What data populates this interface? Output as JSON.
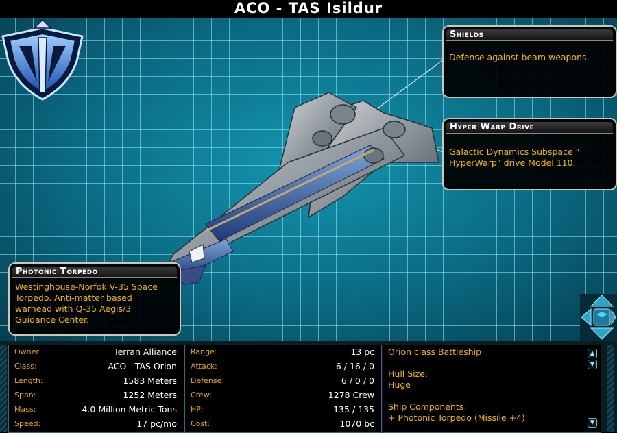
{
  "title": "ACO - TAS Isildur",
  "callouts": {
    "shields": {
      "title": "Shields",
      "lines": [
        "Defense against beam weapons."
      ]
    },
    "hyper_warp": {
      "title": "Hyper Warp Drive",
      "lines": [
        "Galactic Dynamics Subspace \"",
        "HyperWarp\" drive Model 110."
      ]
    },
    "torpedo": {
      "title": "Photonic Torpedo",
      "lines": [
        "Westinghouse-Norfok V-35 Space",
        "Torpedo. Anti-matter based",
        "warhead with Q-35 Aegis/3",
        "Guidance Center."
      ]
    }
  },
  "stats_left": [
    {
      "label": "Owner:",
      "value": "Terran Alliance"
    },
    {
      "label": "Class:",
      "value": "ACO - TAS Orion"
    },
    {
      "label": "Length:",
      "value": "1583 Meters"
    },
    {
      "label": "Span:",
      "value": "1252 Meters"
    },
    {
      "label": "Mass:",
      "value": "4.0 Million Metric Tons"
    },
    {
      "label": "Speed:",
      "value": "17 pc/mo"
    }
  ],
  "stats_mid": [
    {
      "label": "Range:",
      "value": "13 pc"
    },
    {
      "label": "Attack:",
      "value": "6 / 16 / 0"
    },
    {
      "label": "Defense:",
      "value": "6 / 0 / 0"
    },
    {
      "label": "Crew:",
      "value": "1278 Crew"
    },
    {
      "label": "HP:",
      "value": "135 / 135"
    },
    {
      "label": "Cost:",
      "value": "1070 bc"
    }
  ],
  "description": [
    "Orion class Battleship",
    "",
    "Hull Size:",
    "Huge",
    "",
    "Ship Components:",
    "+ Photonic Torpedo (Missile +4)"
  ],
  "icons": {
    "emblem": "alliance-emblem-icon",
    "rotate": "rotate-view-icon",
    "scroll_up": "scroll-up-icon",
    "scroll_down": "scroll-down-icon"
  },
  "colors": {
    "accent": "#f0b400",
    "grid": "#0d6a80",
    "label": "#e0a800"
  }
}
